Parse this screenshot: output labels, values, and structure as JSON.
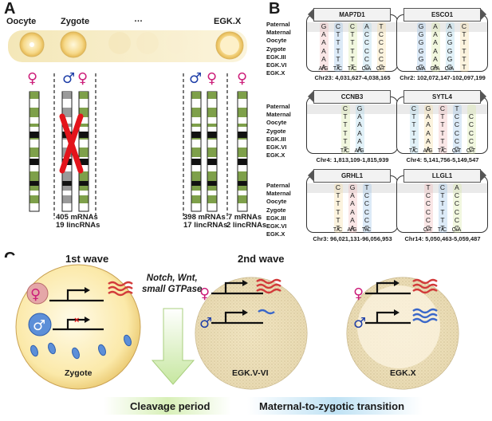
{
  "panels": {
    "A": "A",
    "B": "B",
    "C": "C"
  },
  "panelA": {
    "stages": [
      "Oocyte",
      "Zygote",
      "…",
      "EGK.X"
    ],
    "counts": [
      "405 mRNAs\n19 lincRNAs",
      "398 mRNAs\n17 lincRNAs",
      "7 mRNAs\n2 lincRNAs"
    ]
  },
  "panelB": {
    "row_labels": [
      "Paternal",
      "Maternal",
      "Oocyte",
      "Zygote",
      "EGK.III",
      "EGK.VI",
      "EGK.X"
    ],
    "genes": [
      {
        "name": "MAP7D1",
        "coord": "Chr23: 4,031,627-4,038,165",
        "cols": [
          [
            "G",
            "A",
            "A",
            "A",
            "A",
            "A"
          ],
          [
            "C",
            "T",
            "T",
            "T",
            "T",
            "T"
          ],
          [
            "C",
            "T",
            "T",
            "T",
            "T",
            "T"
          ],
          [
            "A",
            "C",
            "C",
            "C",
            "C",
            "C"
          ],
          [
            "T",
            "C",
            "C",
            "C",
            "C",
            "C"
          ]
        ],
        "egkx": [
          "A/G",
          "T/C",
          "T/C",
          "C/A",
          "C/T"
        ]
      },
      {
        "name": "ESCO1",
        "coord": "Chr2: 102,072,147-102,097,199",
        "cols": [
          [
            "G",
            "G",
            "G",
            "G",
            "G",
            "G"
          ],
          [
            "A",
            "A",
            "A",
            "A",
            "A",
            "A"
          ],
          [
            "A",
            "G",
            "G",
            "G",
            "G",
            "G"
          ],
          [
            "C",
            "T",
            "T",
            "T",
            "T",
            "T"
          ]
        ],
        "egkx": [
          "G/A",
          "G/A",
          "C/A",
          ""
        ]
      },
      {
        "name": "CCNB3",
        "coord": "Chr4: 1,813,109-1,815,939",
        "cols": [
          [
            "C",
            "T",
            "T",
            "T",
            "T",
            "T"
          ],
          [
            "G",
            "A",
            "A",
            "A",
            "A",
            "A"
          ]
        ],
        "egkx": [
          "T/C",
          "A/G"
        ]
      },
      {
        "name": "SYTL4",
        "coord": "Chr4: 5,141,756-5,149,547",
        "cols": [
          [
            "C",
            "T",
            "T",
            "T",
            "T",
            "T"
          ],
          [
            "G",
            "A",
            "A",
            "A",
            "A",
            "A"
          ],
          [
            "C",
            "T",
            "T",
            "T",
            "T",
            "T"
          ],
          [
            "T",
            "C",
            "C",
            "C",
            "C",
            "C"
          ],
          [
            "",
            "C",
            "C",
            "C",
            "C",
            "C"
          ]
        ],
        "egkx": [
          "T/C",
          "A/G",
          "T/C",
          "C/T",
          "C/T"
        ]
      },
      {
        "name": "GRHL1",
        "coord": "Chr3: 96,021,131-96,056,953",
        "cols": [
          [
            "C",
            "T",
            "T",
            "T",
            "T",
            "T"
          ],
          [
            "G",
            "A",
            "A",
            "A",
            "A",
            "A"
          ],
          [
            "T",
            "C",
            "C",
            "C",
            "C",
            "C"
          ]
        ],
        "egkx": [
          "T/C",
          "A/G",
          "T/C"
        ]
      },
      {
        "name": "LLGL1",
        "coord": "Chr14: 5,050,463-5,059,487",
        "cols": [
          [
            "T",
            "C",
            "C",
            "C",
            "C",
            "C"
          ],
          [
            "C",
            "T",
            "T",
            "T",
            "T",
            "T"
          ],
          [
            "A",
            "C",
            "C",
            "C",
            "C",
            "C"
          ]
        ],
        "egkx": [
          "C/T",
          "T/C",
          "C/A"
        ]
      }
    ]
  },
  "panelC": {
    "wave1": "1st wave",
    "wave2": "2nd wave",
    "signals": "Notch, Wnt,\nsmall GTPase",
    "cells": [
      "Zygote",
      "EGK.V-VI",
      "EGK.X"
    ],
    "period1": "Cleavage period",
    "period2": "Maternal-to-zygotic  transition"
  },
  "colors": {
    "female": "#cc1f7a",
    "male": "#1f3fa8",
    "rna_red": "#d23a3a",
    "rna_blue": "#3a67c9",
    "arrow_green": "#c8e89a"
  }
}
